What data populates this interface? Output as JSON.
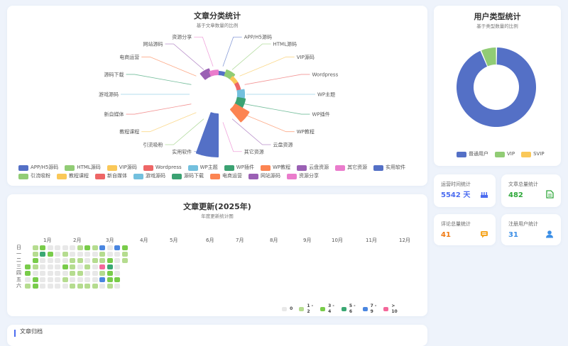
{
  "category_chart": {
    "title": "文章分类统计",
    "subtitle": "基于文章数量的比例",
    "chart_data": {
      "type": "rose",
      "categories": [
        "APP/H5源码",
        "HTML源码",
        "VIP源码",
        "Wordpress",
        "WP主题",
        "WP插件",
        "WP教程",
        "云盘资源",
        "其它资源",
        "实用软件",
        "引流吸粉",
        "教程课程",
        "新自媒体",
        "游戏源码",
        "源码下载",
        "电商运营",
        "网站源码",
        "资源分享"
      ],
      "values": [
        1,
        4,
        1,
        1,
        5,
        7,
        30,
        0,
        0,
        220,
        0,
        0,
        0,
        0,
        0,
        0,
        6,
        2
      ],
      "colors": [
        "#5470c6",
        "#91cc75",
        "#fac858",
        "#ee6666",
        "#73c0de",
        "#3ba272",
        "#fc8452",
        "#9a60b4",
        "#ea7ccc"
      ],
      "legend_position": "bottom"
    }
  },
  "user_chart": {
    "title": "用户类型统计",
    "subtitle": "基于类型数量的比例",
    "chart_data": {
      "type": "pie",
      "categories": [
        "普通用户",
        "VIP",
        "SVIP"
      ],
      "values": [
        29,
        2,
        0
      ],
      "colors": [
        "#5470c6",
        "#91cc75",
        "#fac858"
      ],
      "legend_position": "bottom"
    }
  },
  "stats": [
    {
      "label": "运营时间统计",
      "value": "5542 天",
      "color": "#4b6cf0",
      "icon": "cake-icon"
    },
    {
      "label": "文章总量统计",
      "value": "482",
      "color": "#2fa83a",
      "icon": "document-icon"
    },
    {
      "label": "评论总量统计",
      "value": "41",
      "color": "#f07a12",
      "icon": "comment-icon"
    },
    {
      "label": "注册用户统计",
      "value": "31",
      "color": "#3a8ee6",
      "icon": "user-icon"
    }
  ],
  "update_chart": {
    "title": "文章更新(2025年)",
    "subtitle": "年度更新统计图",
    "months": [
      "1月",
      "2月",
      "3月",
      "4月",
      "5月",
      "6月",
      "7月",
      "8月",
      "9月",
      "10月",
      "11月",
      "12月"
    ],
    "weekdays": [
      "日",
      "一",
      "二",
      "三",
      "四",
      "五",
      "六"
    ],
    "chart_data": {
      "type": "heatmap",
      "levels": [
        [
          null,
          1,
          2,
          0,
          0,
          0,
          0,
          1,
          2,
          1,
          4,
          0,
          4,
          2
        ],
        [
          null,
          1,
          3,
          2,
          0,
          1,
          0,
          0,
          0,
          0,
          1,
          0,
          0,
          1
        ],
        [
          null,
          2,
          0,
          0,
          0,
          0,
          1,
          1,
          0,
          1,
          1,
          2,
          0,
          1
        ],
        [
          2,
          1,
          0,
          0,
          0,
          2,
          1,
          0,
          1,
          0,
          5,
          3,
          0,
          null
        ],
        [
          2,
          0,
          0,
          0,
          0,
          0,
          1,
          1,
          0,
          0,
          1,
          2,
          0,
          null
        ],
        [
          0,
          2,
          0,
          0,
          0,
          1,
          0,
          0,
          0,
          0,
          4,
          2,
          2,
          null
        ],
        [
          1,
          2,
          0,
          0,
          0,
          0,
          1,
          1,
          1,
          1,
          0,
          1,
          0,
          null
        ]
      ],
      "legend": [
        "0",
        "1 - 2",
        "3 - 4",
        "5 - 6",
        "7 - 9",
        "> 10"
      ],
      "colors": [
        "#e8e8e8",
        "#b5dc8f",
        "#79cc4a",
        "#3aa873",
        "#4a86e0",
        "#f4679a"
      ]
    }
  },
  "archive": {
    "title": "文章归档"
  }
}
